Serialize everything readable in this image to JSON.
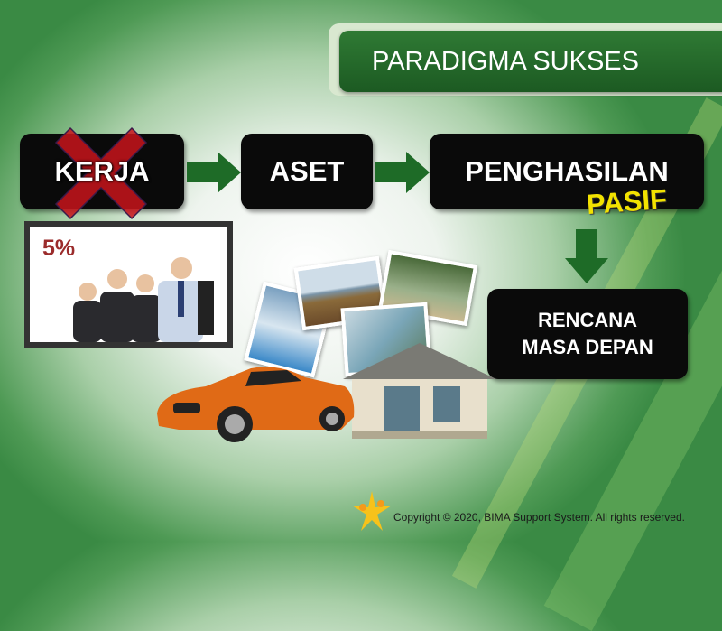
{
  "title": "PARADIGMA SUKSES",
  "flow": {
    "kerja": "KERJA",
    "aset": "ASET",
    "penghasilan": "PENGHASILAN",
    "pasif": "PASIF",
    "rencana_line1": "RENCANA",
    "rencana_line2": "MASA DEPAN"
  },
  "people_card": {
    "percent": "5%"
  },
  "footer": {
    "copyright": "Copyright © 2020, BIMA Support System. All rights reserved."
  },
  "colors": {
    "arrow": "#1e6b27",
    "cross": "#c8141b",
    "pasif": "#f2e200",
    "percent": "#9b2c2c"
  }
}
